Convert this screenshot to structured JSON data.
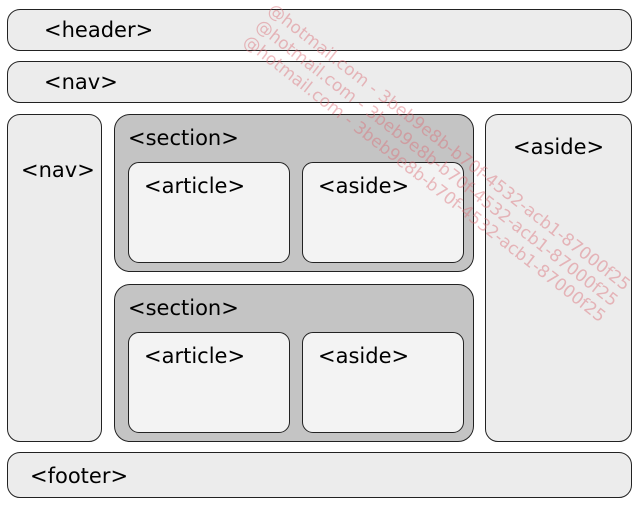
{
  "header": {
    "label": "<header>"
  },
  "top_nav": {
    "label": "<nav>"
  },
  "side_nav": {
    "label": "<nav>"
  },
  "sections": [
    {
      "label": "<section>",
      "article_label": "<article>",
      "aside_label": "<aside>"
    },
    {
      "label": "<section>",
      "article_label": "<article>",
      "aside_label": "<aside>"
    }
  ],
  "right_aside": {
    "label": "<aside>"
  },
  "footer": {
    "label": "<footer>"
  },
  "watermark": {
    "lines": [
      "@hotmail.com - 3beb9e8b-b70f-4532-acb1-87000f25",
      "@hotmail.com - 3beb9e8b-b70f-4532-acb1-87000f25",
      "@hotmail.com - 3beb9e8b-b70f-4532-acb1-87000f25"
    ]
  },
  "colors": {
    "block_fill": "#ececec",
    "section_fill": "#c4c4c4",
    "inner_fill": "#f3f3f3",
    "border": "#222222",
    "watermark": "#dc6e78"
  }
}
